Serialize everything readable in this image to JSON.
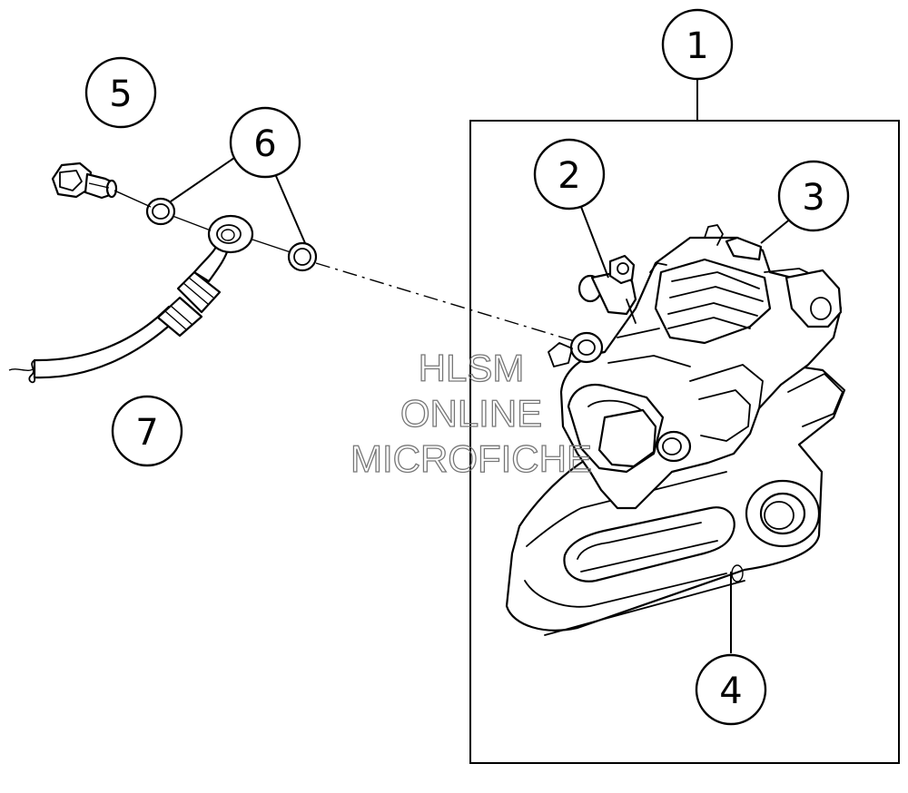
{
  "diagram": {
    "callouts": [
      {
        "id": "c1",
        "label": "1"
      },
      {
        "id": "c2",
        "label": "2"
      },
      {
        "id": "c3",
        "label": "3"
      },
      {
        "id": "c4",
        "label": "4"
      },
      {
        "id": "c5",
        "label": "5"
      },
      {
        "id": "c6",
        "label": "6"
      },
      {
        "id": "c7",
        "label": "7"
      }
    ],
    "watermark": {
      "line1": "HLSM",
      "line2": "ONLINE",
      "line3": "MICROFICHE"
    },
    "colors": {
      "line": "#000000",
      "background": "#ffffff",
      "watermark": "#777777"
    }
  }
}
